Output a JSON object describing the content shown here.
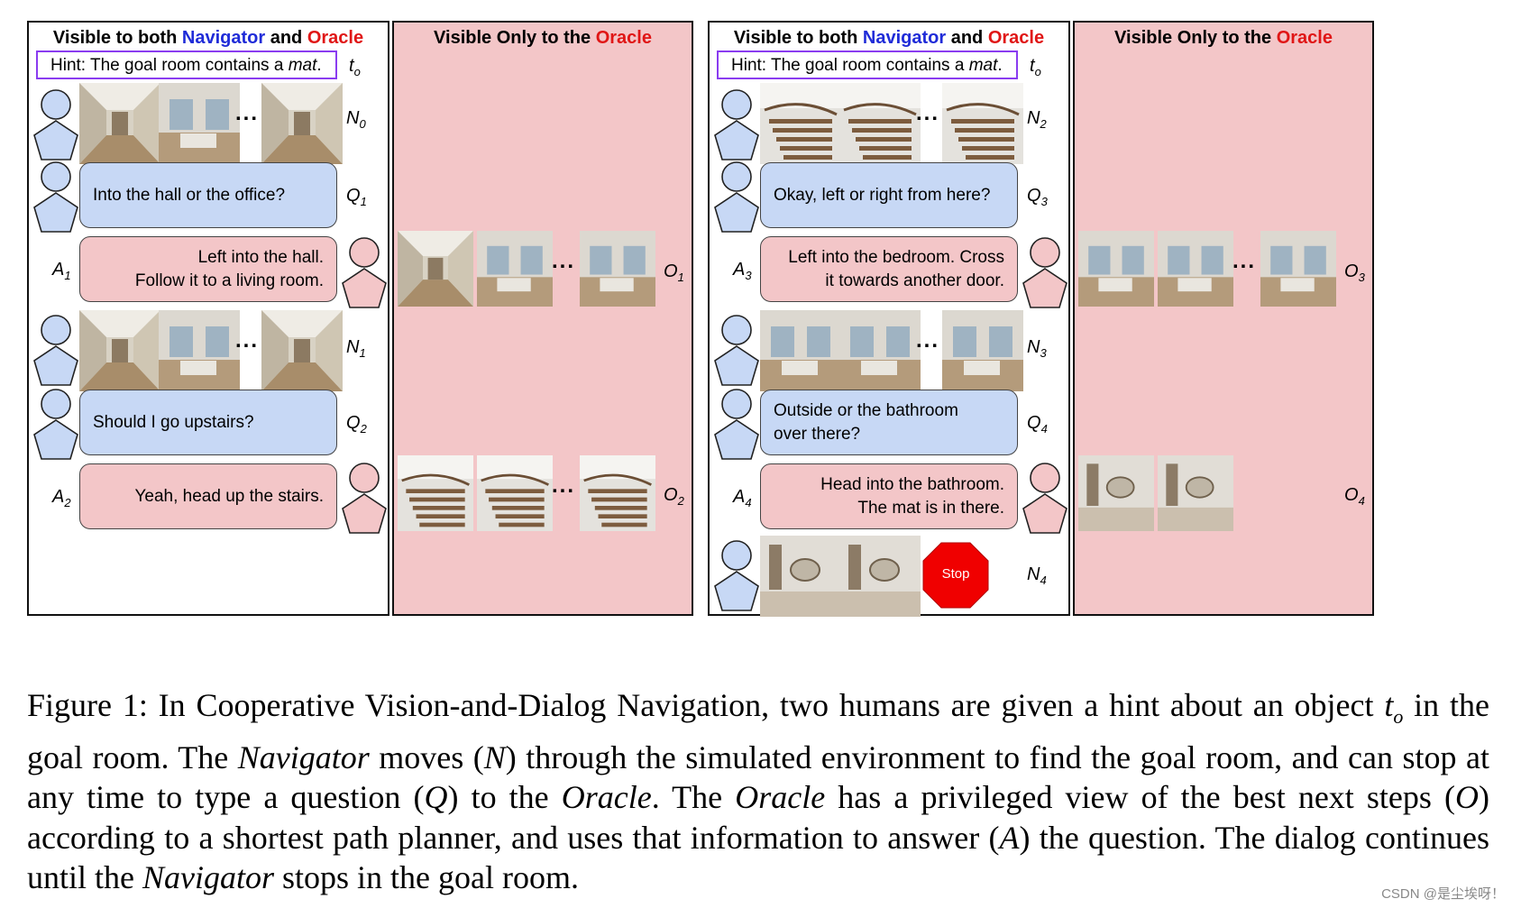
{
  "panels": {
    "shared_prefix": "Visible to both ",
    "navigator": "Navigator",
    "and": " and ",
    "oracle": "Oracle",
    "only_prefix": "Visible Only to the "
  },
  "hint": {
    "prefix": "Hint: The goal room contains a ",
    "object": "mat",
    "suffix": "."
  },
  "labels": {
    "t": "t",
    "t_sub": "o",
    "N0": "N",
    "N0_sub": "0",
    "N1": "N",
    "N1_sub": "1",
    "N2": "N",
    "N2_sub": "2",
    "N3": "N",
    "N3_sub": "3",
    "N4": "N",
    "N4_sub": "4",
    "Q1": "Q",
    "Q1_sub": "1",
    "Q2": "Q",
    "Q2_sub": "2",
    "Q3": "Q",
    "Q3_sub": "3",
    "Q4": "Q",
    "Q4_sub": "4",
    "A1": "A",
    "A1_sub": "1",
    "A2": "A",
    "A2_sub": "2",
    "A3": "A",
    "A3_sub": "3",
    "A4": "A",
    "A4_sub": "4",
    "O1": "O",
    "O1_sub": "1",
    "O2": "O",
    "O2_sub": "2",
    "O3": "O",
    "O3_sub": "3",
    "O4": "O",
    "O4_sub": "4"
  },
  "dialog": {
    "q1": "Into the hall or the office?",
    "a1": "Left into the hall.\nFollow it to a living room.",
    "q2": "Should I go upstairs?",
    "a2": "Yeah, head up the stairs.",
    "q3": "Okay, left or right from here?",
    "a3": "Left into the bedroom. Cross\nit towards another door.",
    "q4": "Outside or the bathroom\nover there?",
    "a4": "Head into the bathroom.\nThe mat is in there."
  },
  "ellipsis": "...",
  "stop_label": "Stop",
  "caption": {
    "p1": "Figure 1: In Cooperative Vision-and-Dialog Navigation, two humans are given a hint about an object ",
    "t": "t",
    "t_sub": "o",
    "p2": " in the goal room. The ",
    "nav": "Navigator",
    "p3": " moves (",
    "n": "N",
    "p4": ") through the simulated environment to find the goal room, and can stop at any time to type a question (",
    "q": "Q",
    "p5": ") to the ",
    "oracle1": "Oracle",
    "p6": ". The ",
    "oracle2": "Oracle",
    "p7": " has a privileged view of the best next steps (",
    "o": "O",
    "p8": ") according to a shortest path planner, and uses that information to answer (",
    "a": "A",
    "p9": ") the question. The dialog continues until the ",
    "nav2": "Navigator",
    "p10": " stops in the goal room."
  },
  "watermark": "CSDN @是尘埃呀！",
  "colors": {
    "navigator_blue": "#1f2bd8",
    "oracle_red": "#e01616",
    "question_bubble": "#c7d8f5",
    "answer_bubble": "#f3c6c8",
    "oracle_panel": "#f3c6c8",
    "hint_border": "#8a3cf0",
    "stop_sign": "#f00000"
  }
}
